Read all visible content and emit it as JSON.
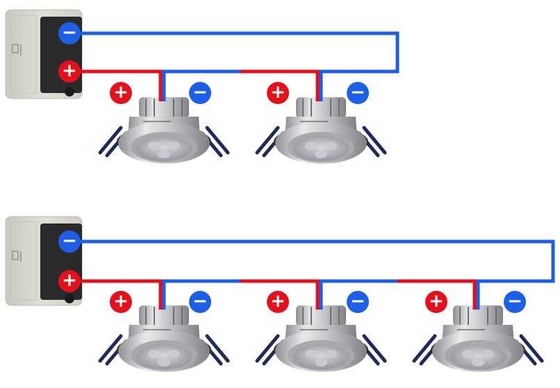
{
  "symbols": {
    "plus": "+",
    "minus": "−"
  },
  "colors": {
    "positive": "#e4101c",
    "negative": "#1d5fe6",
    "driver_body": "#d6d5cc",
    "driver_terminal": "#2a2a2a",
    "clip": "#1e2a5a"
  },
  "diagrams": [
    {
      "name": "two-light-circuit",
      "light_count": 2
    },
    {
      "name": "three-light-circuit",
      "light_count": 3
    }
  ]
}
